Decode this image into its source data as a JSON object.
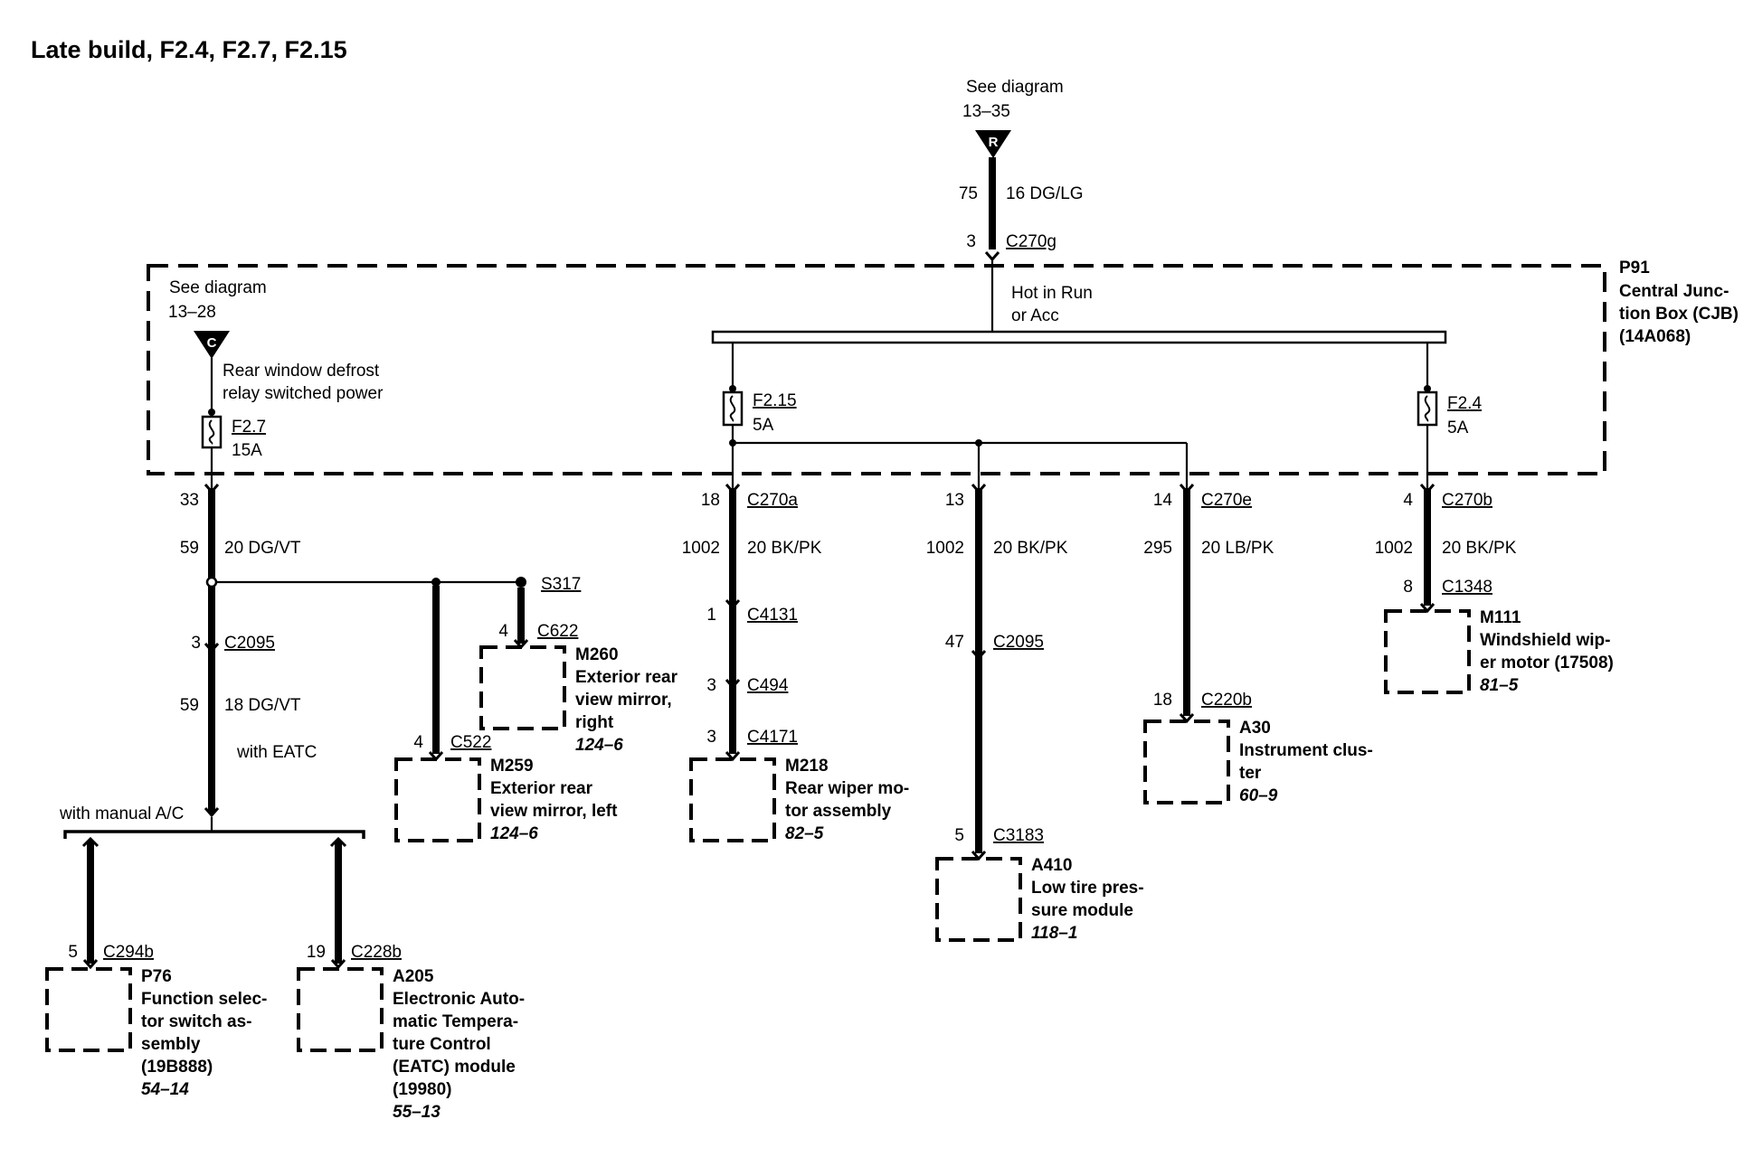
{
  "title": "Late build, F2.4, F2.7, F2.15",
  "source_r": {
    "see_line1": "See diagram",
    "see_line2": "13–35",
    "symbol": "R",
    "circuit": "75",
    "wire": "16 DG/LG",
    "pin": "3",
    "connector": "C270g"
  },
  "hot_line1": "Hot in Run",
  "hot_line2": "or Acc",
  "cjb": {
    "id": "P91",
    "line1": "Central Junc-",
    "line2": "tion Box (CJB)",
    "line3": "(14A068)"
  },
  "source_c": {
    "see_line1": "See diagram",
    "see_line2": "13–28",
    "symbol": "C",
    "desc_line1": "Rear window defrost",
    "desc_line2": "relay switched power"
  },
  "fuses": {
    "f27": {
      "name": "F2.7",
      "rating": "15A"
    },
    "f215": {
      "name": "F2.15",
      "rating": "5A"
    },
    "f24": {
      "name": "F2.4",
      "rating": "5A"
    }
  },
  "branch_left": {
    "pin": "33",
    "circuit": "59",
    "wire": "20 DG/VT",
    "splice": "S317",
    "conn_pin": "3",
    "connector": "C2095",
    "circuit2": "59",
    "wire2": "18 DG/VT",
    "with_eatc": "with EATC",
    "with_manual": "with manual A/C"
  },
  "branch_f215": {
    "pin": "18",
    "connector": "C270a",
    "circuit": "1002",
    "wire": "20 BK/PK"
  },
  "branch_13": {
    "pin": "13",
    "circuit": "1002",
    "wire": "20 BK/PK",
    "conn_pin": "47",
    "connector": "C2095"
  },
  "branch_14": {
    "pin": "14",
    "connector": "C270e",
    "circuit": "295",
    "wire": "20 LB/PK"
  },
  "branch_f24": {
    "pin": "4",
    "connector": "C270b",
    "circuit": "1002",
    "wire": "20 BK/PK"
  },
  "inline_connectors": {
    "c4131_pin": "1",
    "c4131": "C4131",
    "c494_pin": "3",
    "c494": "C494"
  },
  "components": {
    "m260": {
      "pin": "4",
      "connector": "C622",
      "id": "M260",
      "line1": "Exterior rear",
      "line2": "view mirror,",
      "line3": "right",
      "ref": "124–6"
    },
    "m259": {
      "pin": "4",
      "connector": "C522",
      "id": "M259",
      "line1": "Exterior rear",
      "line2": "view mirror, left",
      "ref": "124–6"
    },
    "m218": {
      "pin": "3",
      "connector": "C4171",
      "id": "M218",
      "line1": "Rear wiper mo-",
      "line2": "tor assembly",
      "ref": "82–5"
    },
    "a410": {
      "pin": "5",
      "connector": "C3183",
      "id": "A410",
      "line1": "Low tire pres-",
      "line2": "sure module",
      "ref": "118–1"
    },
    "a30": {
      "pin": "18",
      "connector": "C220b",
      "id": "A30",
      "line1": "Instrument clus-",
      "line2": "ter",
      "ref": "60–9"
    },
    "m111": {
      "pin": "8",
      "connector": "C1348",
      "id": "M111",
      "line1": "Windshield wip-",
      "line2": "er motor (17508)",
      "ref": "81–5"
    },
    "p76": {
      "pin": "5",
      "connector": "C294b",
      "id": "P76",
      "line1": "Function selec-",
      "line2": "tor switch as-",
      "line3": "sembly",
      "line4": "(19B888)",
      "ref": "54–14"
    },
    "a205": {
      "pin": "19",
      "connector": "C228b",
      "id": "A205",
      "line1": "Electronic Auto-",
      "line2": "matic Tempera-",
      "line3": "ture Control",
      "line4": "(EATC) module",
      "line5": "(19980)",
      "ref": "55–13"
    }
  }
}
